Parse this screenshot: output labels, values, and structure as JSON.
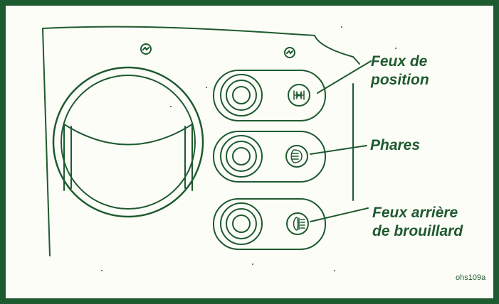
{
  "figure": {
    "frame_color": "#1e5a2f",
    "line_color": "#1e5a2f",
    "reference_code": "ohs109a"
  },
  "callouts": {
    "position_lights": {
      "line1": "Feux de",
      "line2": "position",
      "icon": "position-lights-icon"
    },
    "headlights": {
      "label": "Phares",
      "icon": "headlight-icon"
    },
    "rear_fog": {
      "line1": "Feux arrière",
      "line2": "de brouillard",
      "icon": "rear-fog-light-icon"
    }
  }
}
